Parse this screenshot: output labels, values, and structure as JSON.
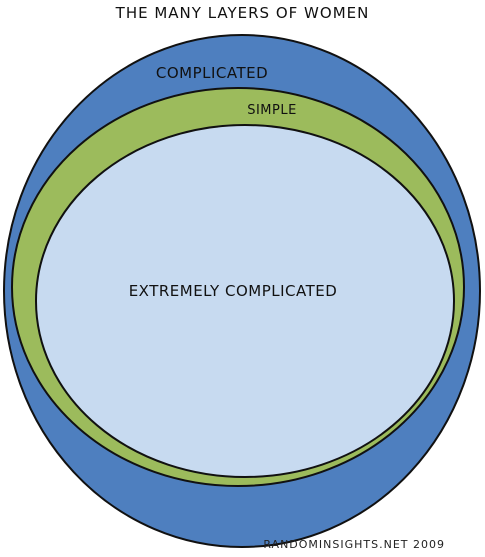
{
  "title": "THE MANY LAYERS OF WOMEN",
  "layers": {
    "outer": {
      "label": "COMPLICATED",
      "color": "#4e7fbf"
    },
    "middle": {
      "label": "SIMPLE",
      "color": "#9cbb5c"
    },
    "inner": {
      "label": "EXTREMELY COMPLICATED",
      "color": "#c7daf0"
    }
  },
  "credit": "RANDOMINSIGHTS.NET 2009"
}
